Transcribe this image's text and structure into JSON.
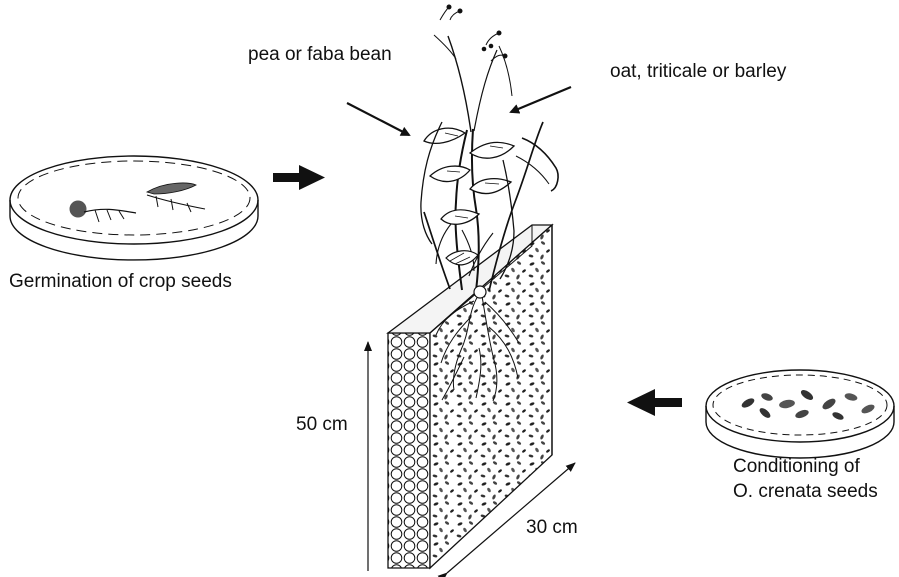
{
  "labels": {
    "crop_legume": "pea or faba bean",
    "crop_cereal": "oat, triticale or barley",
    "germination": "Germination of crop seeds",
    "height": "50 cm",
    "width": "30 cm",
    "conditioning_line1": "Conditioning of",
    "conditioning_species": "O. crenata",
    "conditioning_tail": " seeds"
  },
  "icons": {
    "germination_dish": "petri-dish-with-germinating-seedlings",
    "conditioning_dish": "petri-dish-with-broomrape-seeds",
    "rhizotron": "rhizotron-with-plants-and-seeds",
    "arrow_in_left": "right-arrow",
    "arrow_in_right": "left-arrow"
  },
  "colors": {
    "ink": "#111111",
    "background": "#ffffff"
  }
}
